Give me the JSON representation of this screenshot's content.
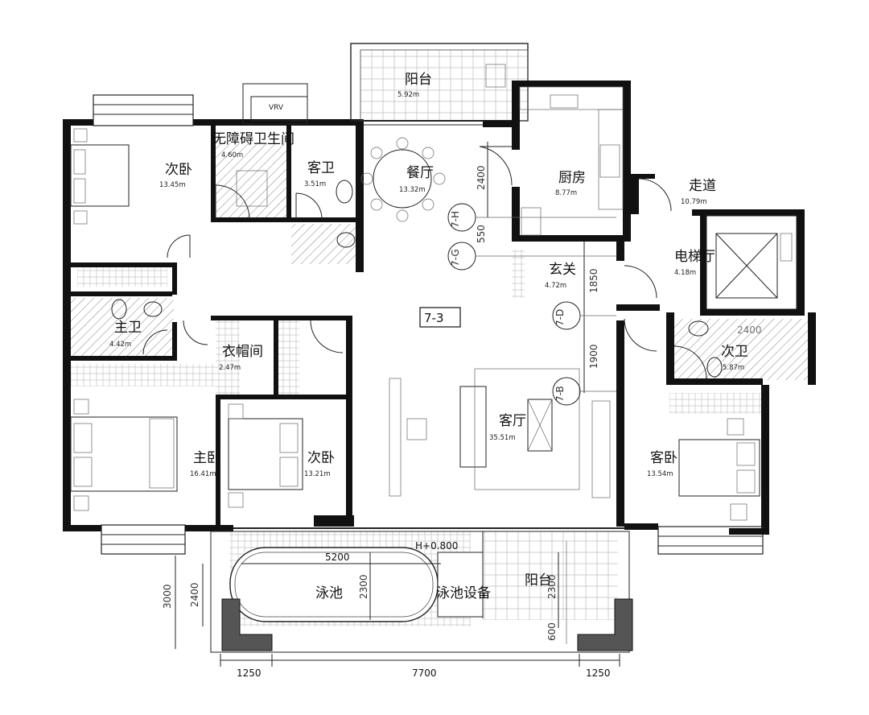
{
  "rooms": [
    {
      "id": "balcony-top",
      "name": "阳台",
      "area": "5.92m"
    },
    {
      "id": "accessible-bath",
      "name": "无障碍卫生间",
      "area": "4.60m"
    },
    {
      "id": "guest-bath",
      "name": "客卫",
      "area": "3.51m"
    },
    {
      "id": "bedroom-nw",
      "name": "次卧",
      "area": "13.45m"
    },
    {
      "id": "dining",
      "name": "餐厅",
      "area": "13.32m"
    },
    {
      "id": "kitchen",
      "name": "厨房",
      "area": "8.77m"
    },
    {
      "id": "corridor",
      "name": "走道",
      "area": "10.79m"
    },
    {
      "id": "elevator-hall",
      "name": "电梯厅",
      "area": "4.18m"
    },
    {
      "id": "foyer",
      "name": "玄关",
      "area": "4.72m"
    },
    {
      "id": "master-bath",
      "name": "主卫",
      "area": "4.42m"
    },
    {
      "id": "cloakroom",
      "name": "衣帽间",
      "area": "2.47m"
    },
    {
      "id": "second-bath",
      "name": "次卫",
      "area": "5.87m"
    },
    {
      "id": "living",
      "name": "客厅",
      "area": "35.51m"
    },
    {
      "id": "master-bedroom",
      "name": "主卧",
      "area": "16.41m"
    },
    {
      "id": "bedroom-s",
      "name": "次卧",
      "area": "13.21m"
    },
    {
      "id": "guest-bedroom",
      "name": "客卧",
      "area": "13.54m"
    },
    {
      "id": "pool",
      "name": "泳池",
      "area": ""
    },
    {
      "id": "pool-equipment",
      "name": "泳池设备",
      "area": ""
    },
    {
      "id": "balcony-bottom",
      "name": "阳台",
      "area": ""
    }
  ],
  "unit_label": "7-3",
  "axis_labels": [
    "7-H",
    "7-G",
    "7-D",
    "7-B"
  ],
  "dimensions": {
    "bottom": [
      "1250",
      "7700",
      "1250"
    ],
    "pool_length": "5200",
    "pool_width": "2300",
    "pool_elevation": "H+0.800",
    "left_outer": "3000",
    "left_inner": "2400",
    "balcony_depth": "2300",
    "balcony_ledge": "600",
    "dining_depth": "2400",
    "axis_gap": "550",
    "foyer_depth": "1850",
    "living_depth": "1900",
    "bath_width": "2400"
  },
  "equipment_labels": {
    "ac_unit": "VRV"
  }
}
